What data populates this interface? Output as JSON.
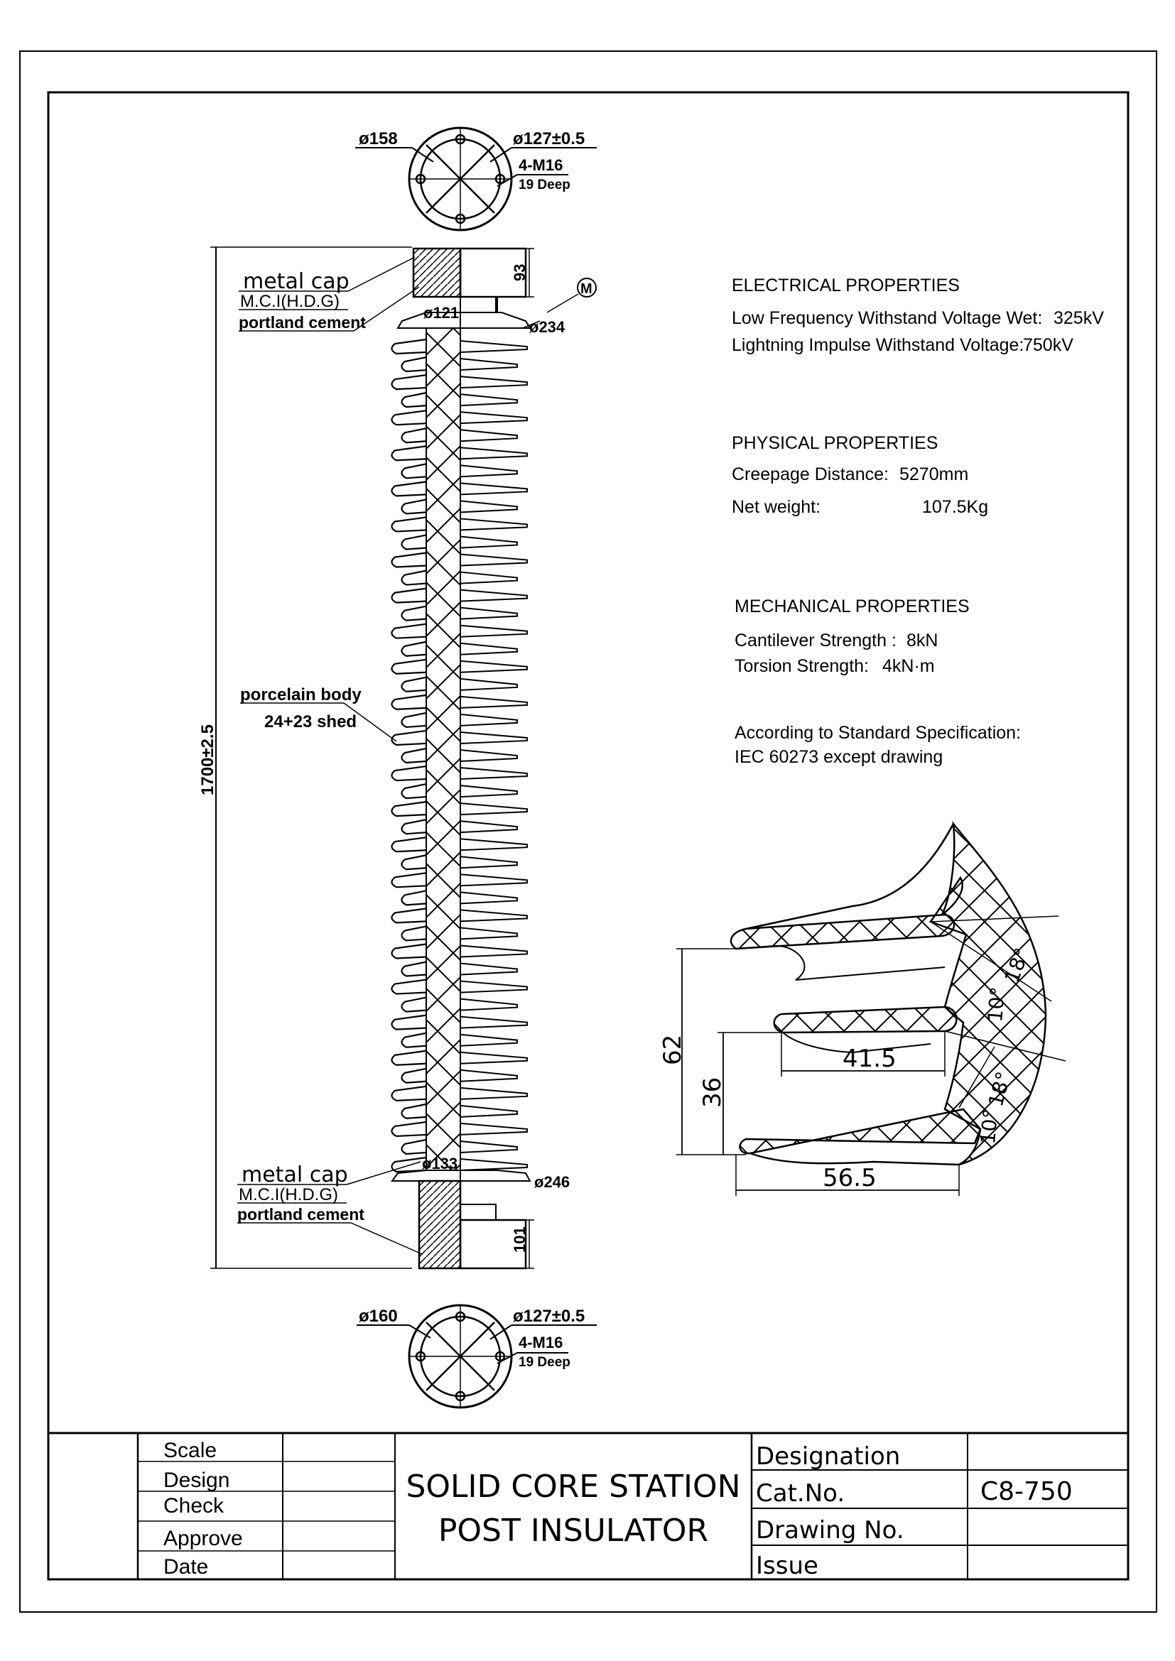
{
  "top_flange": {
    "outer_dia": "ø158",
    "pcd": "ø127±0.5",
    "bolts": "4-M16",
    "depth": "19 Deep"
  },
  "bottom_flange": {
    "outer_dia": "ø160",
    "pcd": "ø127±0.5",
    "bolts": "4-M16",
    "depth": "19 Deep"
  },
  "labels": {
    "top_cap_title": "metal cap",
    "top_cap_material": "M.C.I(H.D.G)",
    "top_cap_cement": "portland cement",
    "bottom_cap_title": "metal cap",
    "bottom_cap_material": "M.C.I(H.D.G)",
    "bottom_cap_cement": "portland cement",
    "body_title": "porcelain body",
    "body_sheds": "24+23 shed",
    "marking": "M"
  },
  "dimensions": {
    "overall_height": "1700±2.5",
    "top_cap_height": "93",
    "bottom_cap_height": "101",
    "top_cap_dia": "ø121",
    "top_shed_dia": "ø234",
    "bottom_cap_dia": "ø133",
    "bottom_shed_dia": "ø246"
  },
  "electrical": {
    "heading": "ELECTRICAL PROPERTIES",
    "line1_label": "Low  Frequency Withstand Voltage Wet:",
    "line1_value": "325kV",
    "line2_label": "Lightning Impulse Withstand Voltage:",
    "line2_value": "750kV"
  },
  "physical": {
    "heading": "PHYSICAL PROPERTIES",
    "creepage_label": "Creepage Distance:",
    "creepage_value": "5270mm",
    "weight_label": "Net weight:",
    "weight_value": "107.5Kg"
  },
  "mechanical": {
    "heading": "MECHANICAL PROPERTIES",
    "cantilever_label": "Cantilever Strength :",
    "cantilever_value": "8kN",
    "torsion_label": "Torsion Strength:",
    "torsion_value": "4kN·m"
  },
  "standard": {
    "line1": "According to Standard Specification:",
    "line2": "IEC 60273 except drawing"
  },
  "shed_detail": {
    "dim_62": "62",
    "dim_36": "36",
    "dim_41_5": "41.5",
    "dim_56_5": "56.5",
    "angle_a": "18°",
    "angle_b": "10°",
    "angle_c": "18°",
    "angle_d": "10°"
  },
  "title_block": {
    "scale": "Scale",
    "design": "Design",
    "check": "Check",
    "approve": "Approve",
    "date": "Date",
    "title_line1": "SOLID CORE STATION",
    "title_line2": "POST INSULATOR",
    "designation": "Designation",
    "cat_no_label": "Cat.No.",
    "cat_no_value": "C8-750",
    "drawing_no": "Drawing No.",
    "issue": "Issue"
  }
}
